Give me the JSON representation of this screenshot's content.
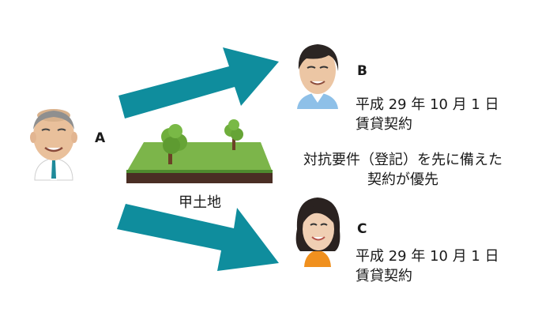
{
  "persons": {
    "a": {
      "label": "A",
      "shirt_color": "#ffffff",
      "tie_color": "#1f8a9a"
    },
    "b": {
      "label": "B",
      "shirt_color": "#8ec0e8"
    },
    "c": {
      "label": "C",
      "shirt_color": "#f0901e"
    }
  },
  "land": {
    "caption": "甲土地",
    "grass_color": "#7cb54a",
    "soil_color": "#4a2e24"
  },
  "contract_b": {
    "date": "平成 29 年 10 月 1 日",
    "type": "賃貸契約"
  },
  "contract_c": {
    "date": "平成 29 年 10 月 1 日",
    "type": "賃貸契約"
  },
  "priority_note": {
    "line1": "対抗要件（登記）を先に備えた",
    "line2": "契約が優先"
  },
  "arrow_color": "#0f8d9d"
}
